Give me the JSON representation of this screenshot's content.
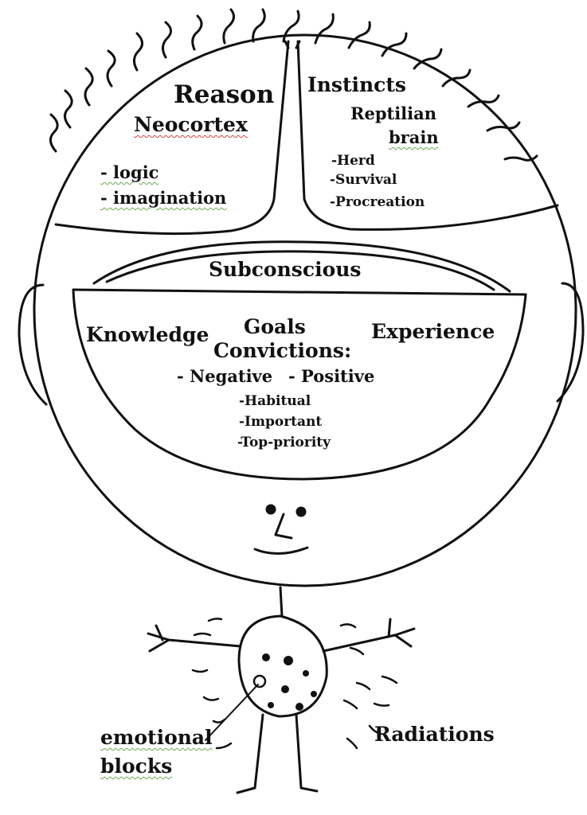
{
  "brain": {
    "reason": "Reason",
    "neocortex": "Neocortex",
    "logic": "- logic",
    "imagination": "- imagination",
    "instincts": "Instincts",
    "reptilian": "Reptilian",
    "brain_word": "brain",
    "herd": "-Herd",
    "survival": "-Survival",
    "procreation": "-Procreation"
  },
  "subconscious": {
    "title": "Subconscious",
    "knowledge": "Knowledge",
    "goals": "Goals",
    "experience": "Experience",
    "convictions": "Convictions:",
    "negative": "- Negative",
    "positive": "- Positive",
    "habitual": "-Habitual",
    "important": "-Important",
    "top_priority": "-Top-priority"
  },
  "body": {
    "emotional": "emotional",
    "blocks": "blocks",
    "radiations": "Radiations"
  },
  "colors": {
    "ink": "#111111",
    "background": "#ffffff",
    "spellcheck_red": "#cc4444",
    "spellcheck_green": "#6aa84f"
  }
}
